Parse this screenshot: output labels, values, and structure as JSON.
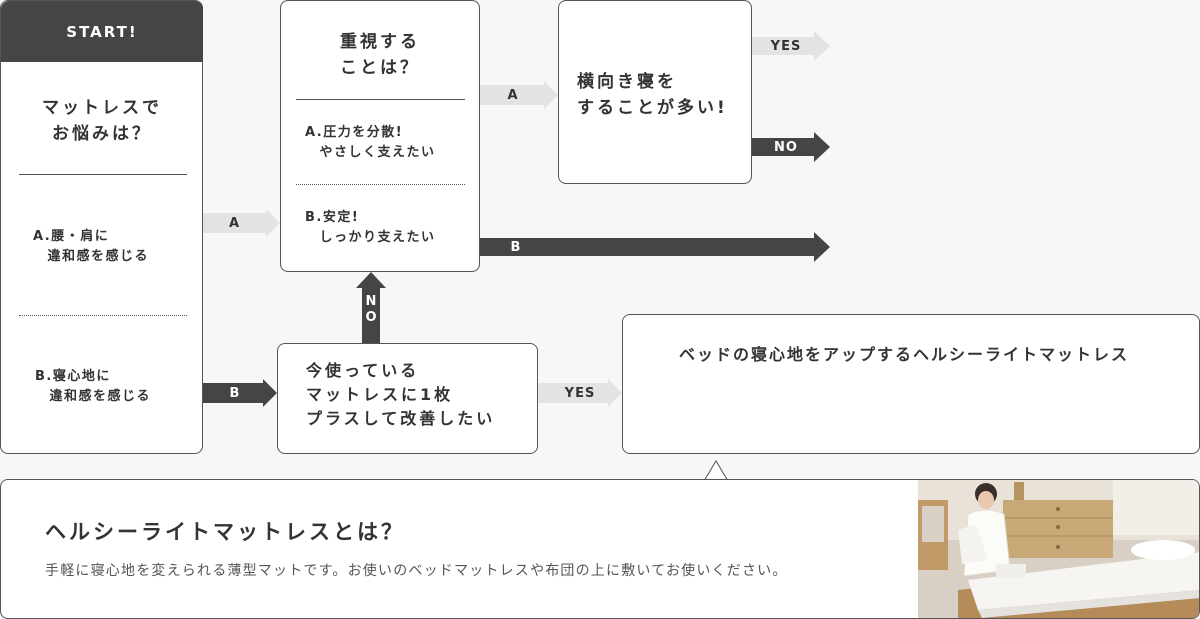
{
  "start": {
    "header": "START!",
    "question": "マットレスで\nお悩みは？",
    "option_a": "A.腰・肩に\n　違和感を感じる",
    "option_b": "B.寝心地に\n　違和感を感じる"
  },
  "priority": {
    "question": "重視する\nことは？",
    "option_a": "A.圧力を分散!\n　やさしく支えたい",
    "option_b": "B.安定!\n　しっかり支えたい"
  },
  "side_sleep": {
    "question": "横向き寝を\nすることが多い!"
  },
  "current_mattress": {
    "question": "今使っている\nマットレスに1枚\nプラスして改善したい"
  },
  "arrows": {
    "start_a": "A",
    "start_b": "B",
    "priority_a": "A",
    "priority_b": "B",
    "side_yes": "YES",
    "side_no": "NO",
    "current_no": "NO",
    "current_yes": "YES"
  },
  "result": {
    "text": "ベッドの寝心地をアップするヘルシーライトマットレス"
  },
  "info": {
    "title": "ヘルシーライトマットレスとは？",
    "description": "手軽に寝心地を変えられる薄型マットです。お使いのベッドマットレスや布団の上に敷いてお使いください。"
  },
  "colors": {
    "dark": "#454545",
    "light": "#e3e3e3",
    "background": "#f7f7f7"
  }
}
